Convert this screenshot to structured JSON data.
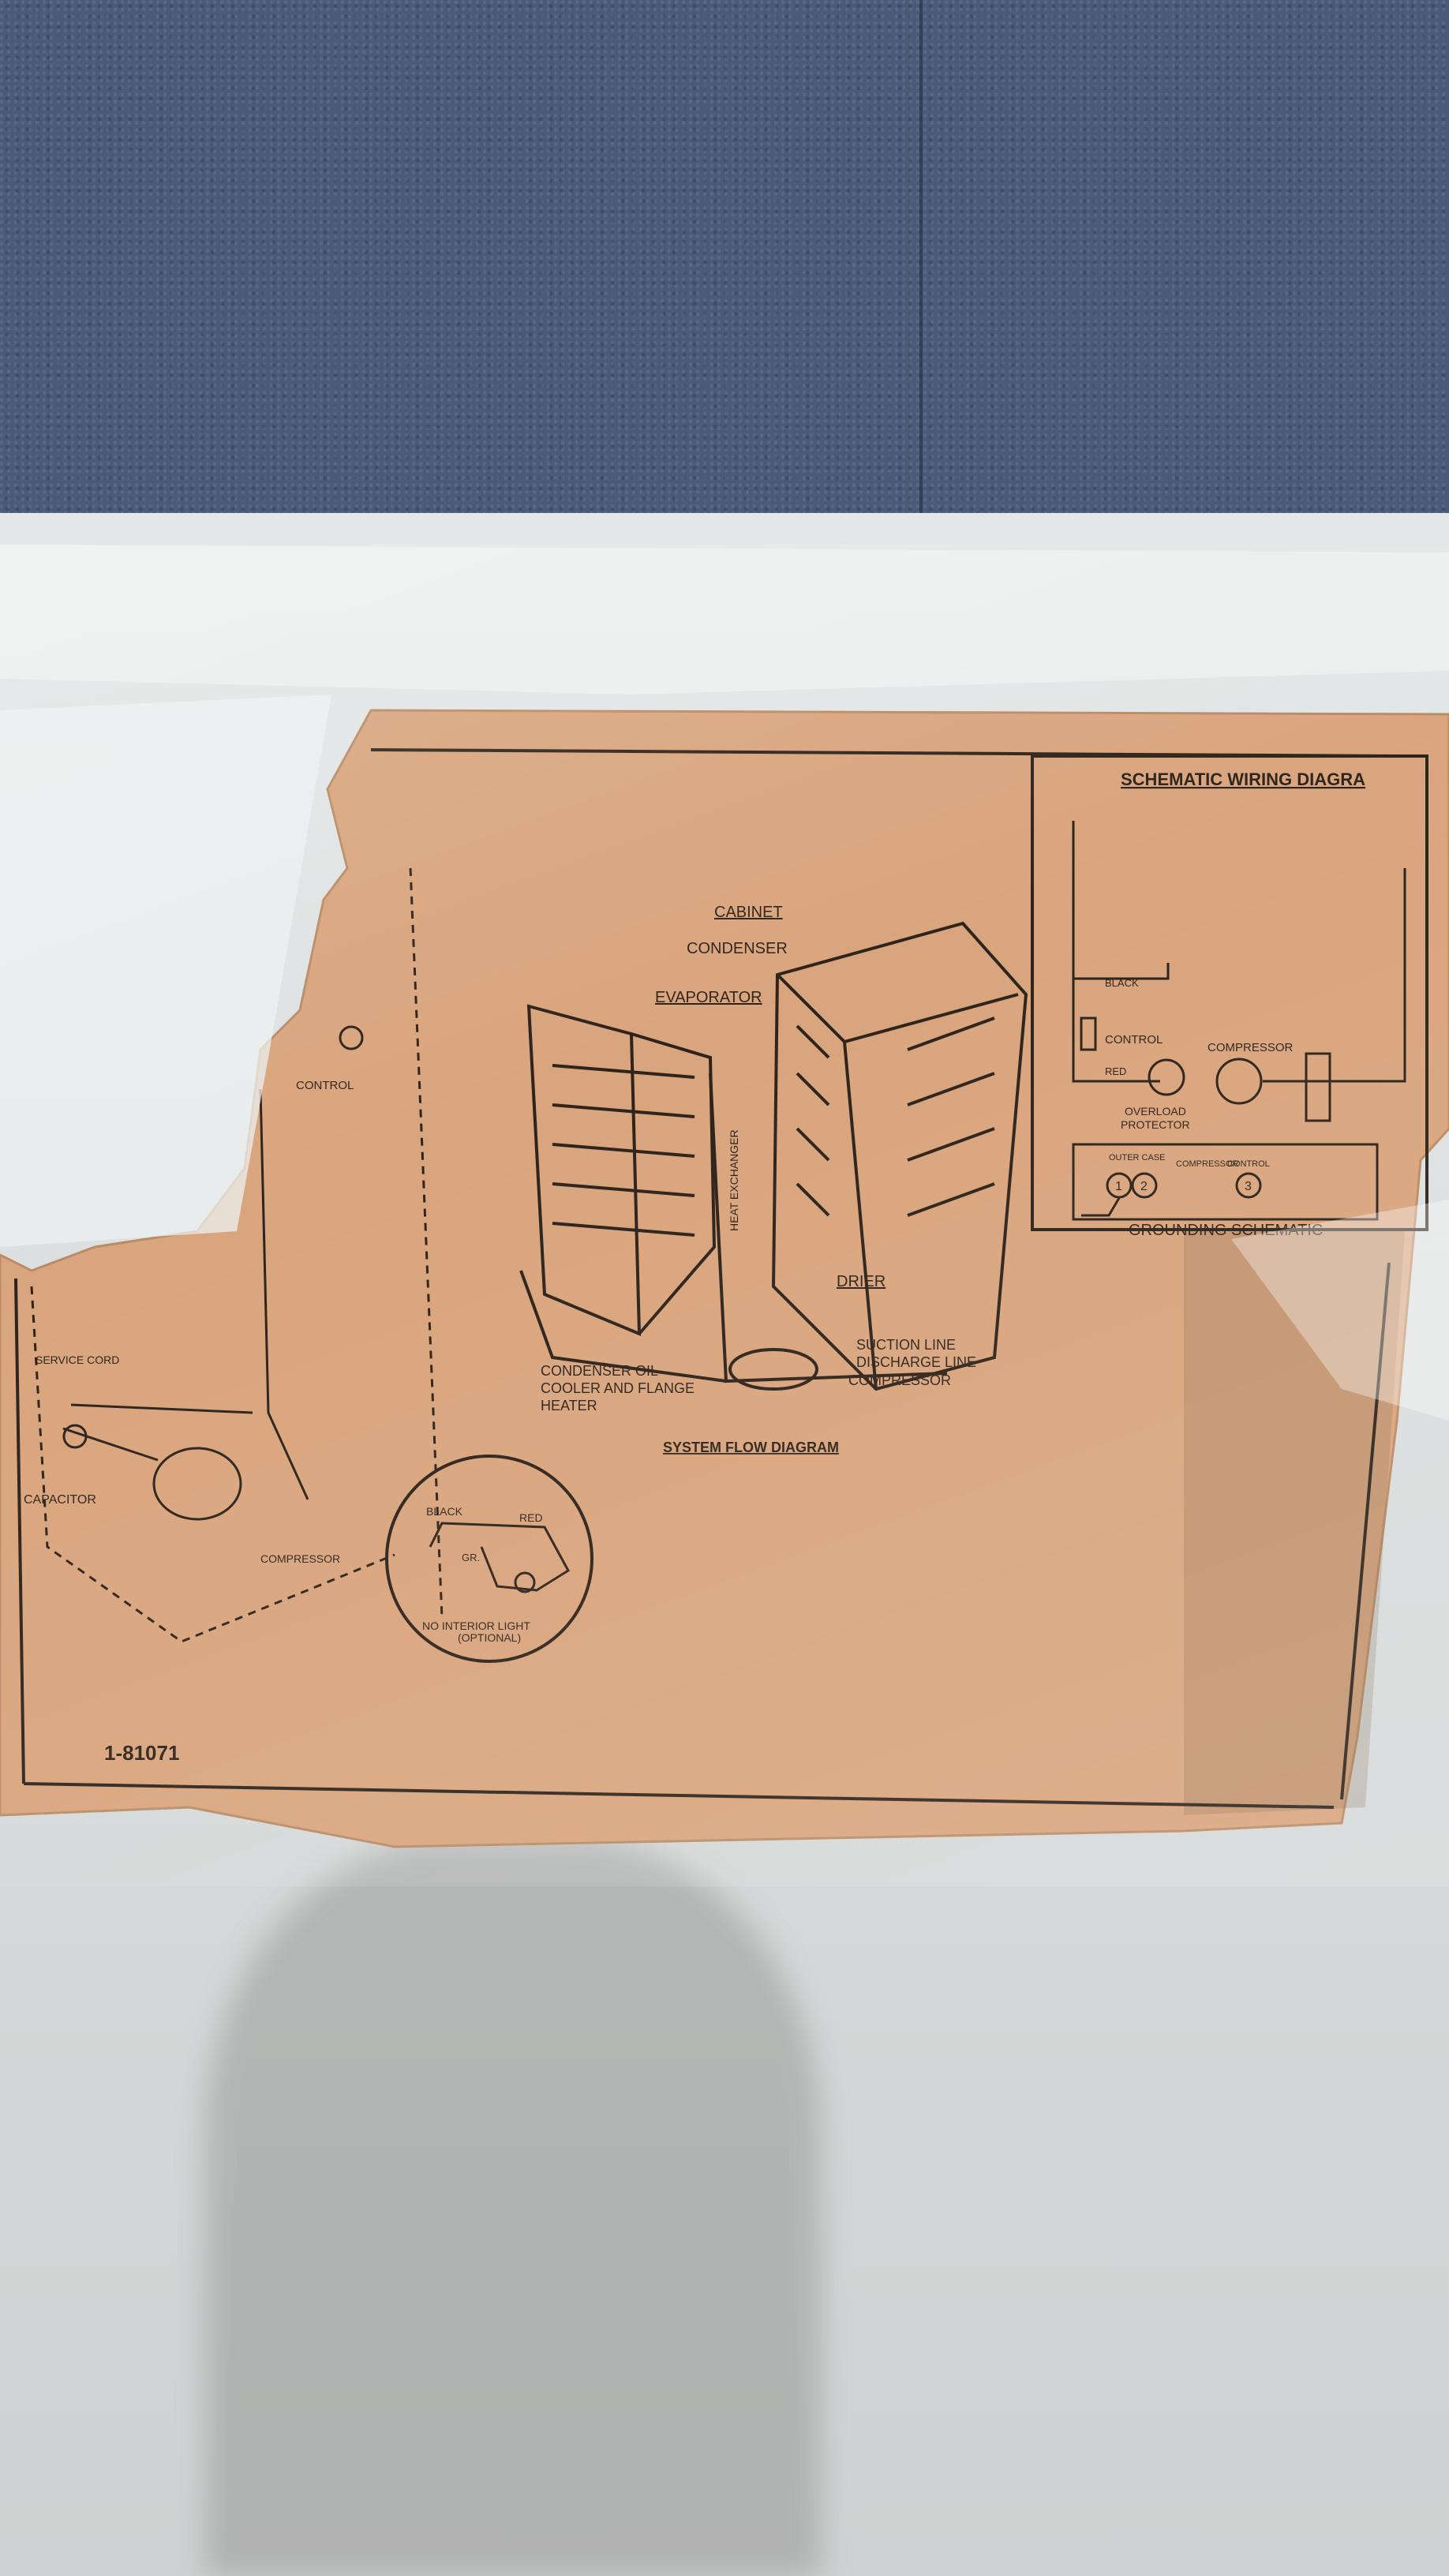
{
  "labels": {
    "schematic_wiring": "SCHEMATIC WIRING DIAGRA",
    "cabinet": "CABINET",
    "condenser": "CONDENSER",
    "evaporator": "EVAPORATOR",
    "heat_exchanger": "HEAT EXCHANGER",
    "drier": "DRIER",
    "suction_line": "SUCTION LINE",
    "discharge_line": "DISCHARGE LINE",
    "compressor_flow": "COMPRESSOR",
    "condenser_oil_1": "CONDENSER OIL",
    "condenser_oil_2": "COOLER AND FLANGE",
    "condenser_oil_3": "HEATER",
    "system_flow": "SYSTEM FLOW DIAGRAM",
    "control_left": "CONTROL",
    "service_cord": "SERVICE CORD",
    "capacitor": "CAPACITOR",
    "compressor_left": "COMPRESSOR",
    "black_left": "BLACK",
    "red_left": "RED",
    "gr": "GR.",
    "no_interior_light_1": "NO INTERIOR LIGHT",
    "no_interior_light_2": "(OPTIONAL)",
    "part_number": "1-81071",
    "black_schem": "BLACK",
    "control_schem": "CONTROL",
    "compressor_schem": "COMPRESSOR",
    "red_schem": "RED",
    "overload_1": "OVERLOAD",
    "overload_2": "PROTECTOR",
    "outer_case": "OUTER CASE",
    "compressor_ground": "COMPRESSOR",
    "control_ground": "CONTROL",
    "grounding_schematic": "GROUNDING SCHEMATIC",
    "num_1": "1",
    "num_2": "2",
    "num_3": "3"
  },
  "colors": {
    "paper": "#d9a47c",
    "paper_dark": "#b8895f",
    "ink": "#2a1f16",
    "carpet": "#4a5a78",
    "fridge": "#dcdfdf"
  }
}
